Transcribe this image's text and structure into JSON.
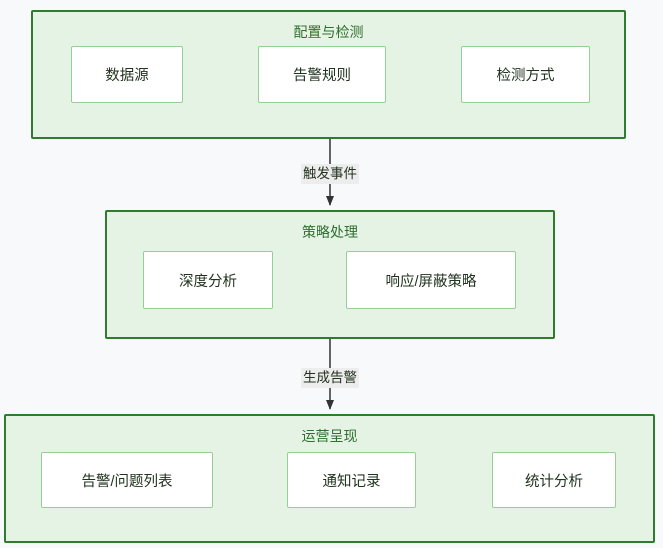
{
  "diagram": {
    "type": "flowchart",
    "direction": "top-to-bottom",
    "background_color": "#f7f9fb",
    "cluster_border_color": "#2f7c31",
    "cluster_fill_color": "#e5f3e4",
    "node_border_color": "#95cf96",
    "node_fill_color": "#ffffff",
    "text_color": "#22331f",
    "edge_color": "#333333",
    "edge_label_background": "#ededed"
  },
  "clusters": [
    {
      "id": "config",
      "title": "配置与检测",
      "nodes": [
        {
          "id": "datasource",
          "label": "数据源"
        },
        {
          "id": "alert-rule",
          "label": "告警规则"
        },
        {
          "id": "detect-method",
          "label": "检测方式"
        }
      ]
    },
    {
      "id": "policy",
      "title": "策略处理",
      "nodes": [
        {
          "id": "deep-analysis",
          "label": "深度分析"
        },
        {
          "id": "response-policy",
          "label": "响应/屏蔽策略"
        }
      ]
    },
    {
      "id": "operations",
      "title": "运营呈现",
      "nodes": [
        {
          "id": "alert-issue-list",
          "label": "告警/问题列表"
        },
        {
          "id": "notify-record",
          "label": "通知记录"
        },
        {
          "id": "stat-analysis",
          "label": "统计分析"
        }
      ]
    }
  ],
  "edges": [
    {
      "id": "e1",
      "from": "datasource",
      "to": "alert-rule",
      "label": ""
    },
    {
      "id": "e2",
      "from": "alert-rule",
      "to": "detect-method",
      "label": ""
    },
    {
      "id": "e3",
      "from": "config",
      "to": "policy",
      "label": "触发事件"
    },
    {
      "id": "e4",
      "from": "deep-analysis",
      "to": "response-policy",
      "label": ""
    },
    {
      "id": "e5",
      "from": "policy",
      "to": "operations",
      "label": "生成告警"
    },
    {
      "id": "e6",
      "from": "alert-issue-list",
      "to": "notify-record",
      "label": ""
    },
    {
      "id": "e7",
      "from": "notify-record",
      "to": "stat-analysis",
      "label": ""
    }
  ]
}
